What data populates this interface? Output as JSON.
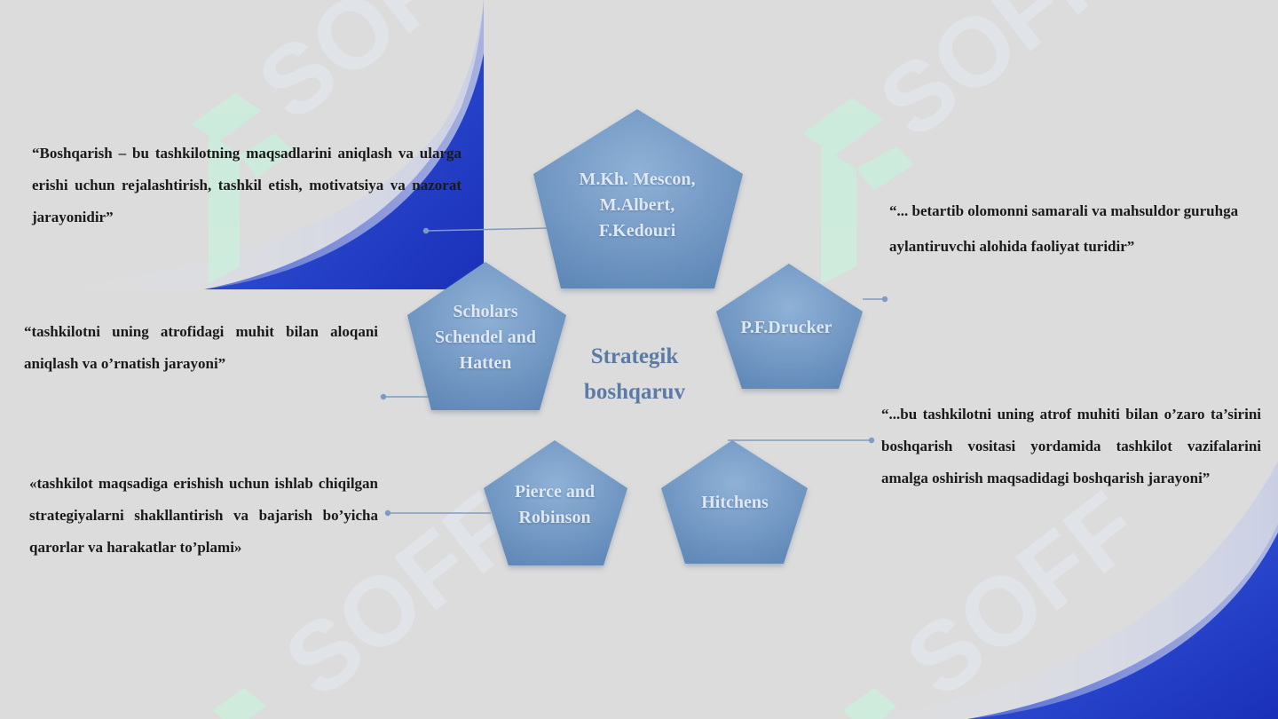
{
  "watermark": {
    "text": "SOFF",
    "logo_icon": "soff-logo-icon"
  },
  "colors": {
    "background": "#dcdcdc",
    "pentagon": "#6f95c0",
    "accent_blue": "#1f3fd0",
    "watermark": "#c9f0dc"
  },
  "diagram": {
    "center": {
      "line1": "Strategik",
      "line2": "boshqaruv"
    },
    "nodes": [
      {
        "id": "mescon",
        "lines": [
          "M.Kh. Mescon,",
          "M.Albert,",
          "F.Kedouri"
        ]
      },
      {
        "id": "drucker",
        "lines": [
          "P.F.Drucker"
        ]
      },
      {
        "id": "hitchens",
        "lines": [
          "Hitchens"
        ]
      },
      {
        "id": "pierce",
        "lines": [
          "Pierce and",
          "Robinson"
        ]
      },
      {
        "id": "schendel",
        "lines": [
          "Scholars",
          "Schendel and",
          "Hatten"
        ]
      }
    ]
  },
  "definitions": {
    "mescon": "“Boshqarish – bu tashkilotning maqsadlarini aniqlash va ularga erishi uchun rejalashtirish, tashkil etish, motivatsiya va nazorat jarayonidir”",
    "drucker": "“... betartib olomonni samarali va mahsuldor guruhga aylantiruvchi alohida faoliyat turidir”",
    "schendel": "“tashkilotni uning atrofidagi muhit bilan aloqani aniqlash va o’rnatish jarayoni”",
    "hitchens": "“...bu tashkilotni uning atrof muhiti bilan o’zaro ta’sirini boshqarish vositasi yordamida tashkilot vazifalarini amalga oshirish maqsadidagi boshqarish jarayoni”",
    "pierce": "«tashkilot maqsadiga erishish uchun ishlab chiqilgan strategiyalarni shakllantirish va bajarish bo’yicha qarorlar va harakatlar to’plami»"
  }
}
